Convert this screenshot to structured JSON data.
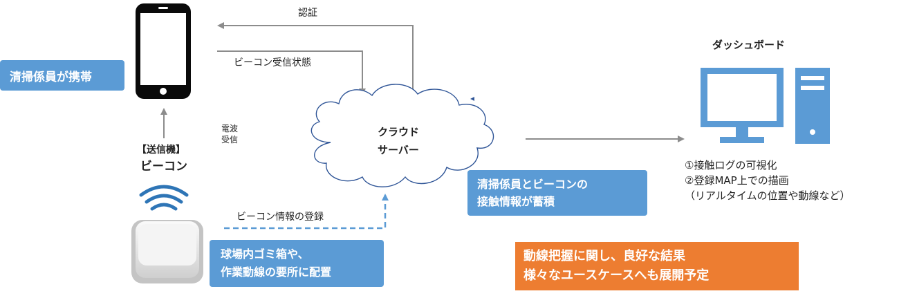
{
  "labels": {
    "auth": "認証",
    "beacon_status": "ビーコン受信状態",
    "radio_1": "電波",
    "radio_2": "受信",
    "transmitter_1": "【送信機】",
    "transmitter_2": "ビーコン",
    "cloud_1": "クラウド",
    "cloud_2": "サーバー",
    "beacon_register": "ビーコン情報の登録",
    "dashboard": "ダッシュボード",
    "features": [
      "①接触ログの可視化",
      "②登録MAP上での描画",
      "（リアルタイムの位置や動線など）"
    ]
  },
  "callouts": {
    "staff": "清掃係員が携帯",
    "accumulate_1": "清掃係員とビーコンの",
    "accumulate_2": "接触情報が蓄積",
    "placement_1": "球場内ゴミ箱や、",
    "placement_2": "作業動線の要所に配置",
    "result_1": "動線把握に関し、良好な結果",
    "result_2": "様々なユースケースへも展開予定"
  },
  "colors": {
    "callout_blue": "#5b9bd5",
    "callout_orange": "#ed7d31",
    "monitor_blue": "#5b9bd5",
    "arrow_gray": "#8c8c8c",
    "dashed_blue": "#5b9bd5"
  },
  "icons": [
    "smartphone-icon",
    "wifi-signal-icon",
    "beacon-device-icon",
    "cloud-icon",
    "desktop-computer-icon"
  ]
}
